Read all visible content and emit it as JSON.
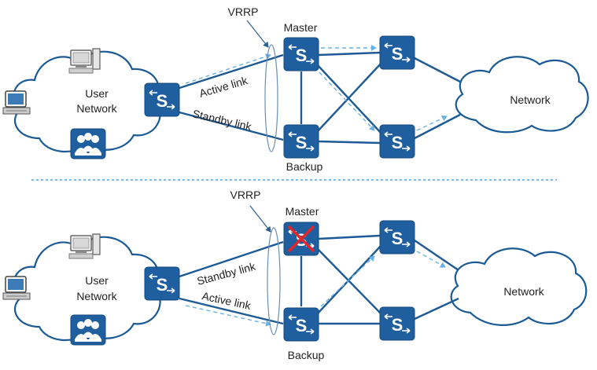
{
  "colors": {
    "switch_fill": "#1f5fa0",
    "link": "#1d5a96",
    "traffic_flow": "#6ab2e4",
    "fault_cross": "#e3262b",
    "divider": "#5aa0d8"
  },
  "icons": [
    "switch-icon",
    "pc-icon",
    "terminal-icon",
    "user-group-icon",
    "fault-cross-icon"
  ],
  "top": {
    "vrrp_label": "VRRP",
    "master_label": "Master",
    "backup_label": "Backup",
    "user_network_line1": "User",
    "user_network_line2": "Network",
    "network_label": "Network",
    "active_link_label": "Active link",
    "standby_link_label": "Standby link"
  },
  "bottom": {
    "vrrp_label": "VRRP",
    "master_label": "Master",
    "backup_label": "Backup",
    "user_network_line1": "User",
    "user_network_line2": "Network",
    "network_label": "Network",
    "active_link_label": "Active link",
    "standby_link_label": "Standby link"
  }
}
